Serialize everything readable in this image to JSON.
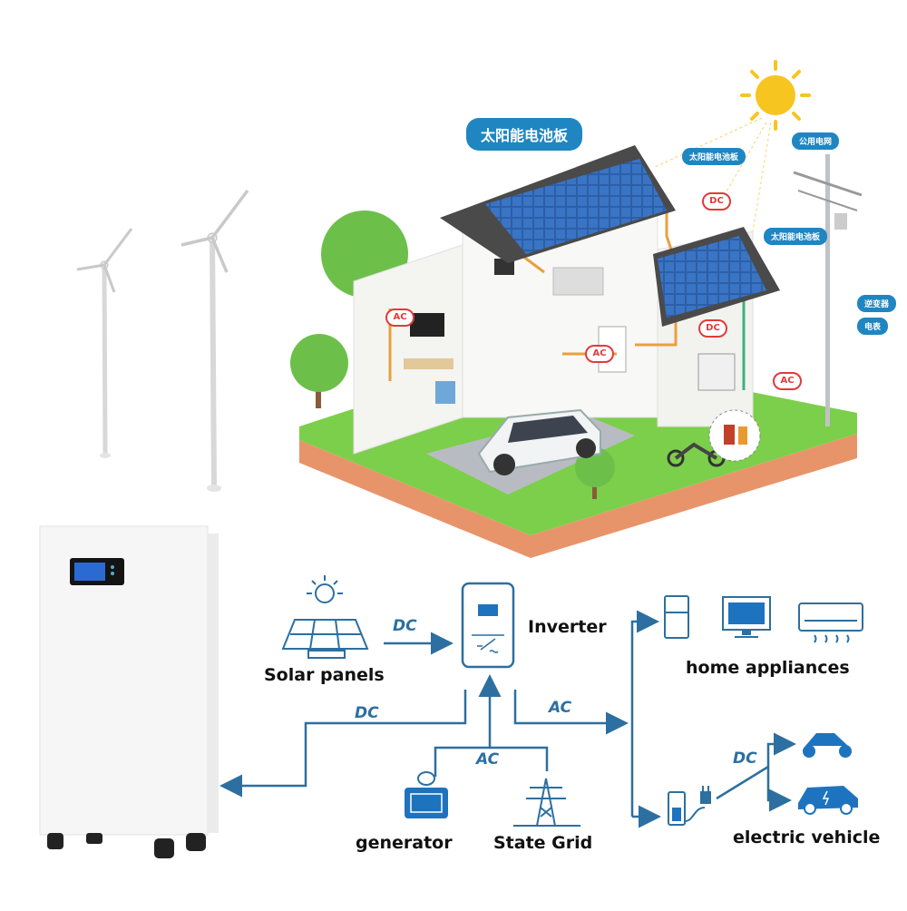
{
  "house_labels": {
    "main": "太阳能电池板",
    "panel_top": "太阳能电池板",
    "panel_right": "太阳能电池板",
    "grid": "公用电网",
    "inverter": "逆变器",
    "meter": "电表"
  },
  "house_tags": {
    "dc1": "DC",
    "dc2": "DC",
    "ac1": "AC",
    "ac2": "AC",
    "ac3": "AC"
  },
  "flow": {
    "solar": "Solar panels",
    "inverter": "Inverter",
    "home": "home appliances",
    "generator": "generator",
    "grid": "State Grid",
    "ev": "electric vehicle",
    "dc_solar": "DC",
    "dc_battery": "DC",
    "ac_out": "AC",
    "ac_in": "AC",
    "dc_ev": "DC"
  },
  "colors": {
    "diagram_blue": "#2d6fa0",
    "pill_blue": "#1f86c2",
    "tag_red": "#e23a3a",
    "grass": "#7ccf4a",
    "soil": "#e8946a",
    "panel": "#2c5fa8",
    "sun": "#f7c520"
  }
}
